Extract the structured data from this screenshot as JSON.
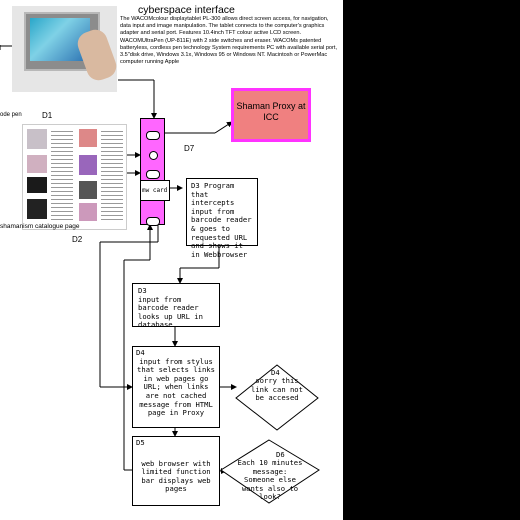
{
  "title": "cyberspace interface",
  "tablet_description": "The WACOMcolour displaytablet PL-300 allows direct screen access, for navigation, data input and image manipulation. The tablet connects to the computer's graphics adapter and serial port. Features 10.4inch TFT colour active LCD screen. WACOMUltraPen (UP-811E) with 2 side switches and eraser. WACOMs patented batteryless, cordless pen technology System requirements PC with available serial port, 3.5\"disk drive, Windows 3.1x, Windows 95 or Windows NT. Macintosh or PowerMac computer running Apple",
  "proxy_box": "Shaman Proxy at ICC",
  "labels": {
    "d1": "D1",
    "d2": "D2",
    "d7": "D7",
    "barcode_pen": "ode pen",
    "catalogue": "shamanism catalogue page",
    "mw_card": "mw card"
  },
  "steps": {
    "d3_program": "D3 Program that intercepts input from barcode reader & goes to requested URL and shows it in Webbrowser",
    "d3_id": "D3",
    "d3_text": "input from barcode reader looks up URL in database",
    "d4_id": "D4",
    "d4_text": "input from stylus that selects links in web pages go URL; when links are not cached message from HTML page in Proxy",
    "d4_decision_id": "D4",
    "d4_decision_text": "sorry this link can not be accesed",
    "d5_id": "D5",
    "d5_text": "web browser with limited function bar displays web pages",
    "d6_decision_id": "D6",
    "d6_decision_text": "Each 10 minutes message: Someone else wants also to look?"
  },
  "colors": {
    "proxy_fill": "#f08080",
    "proxy_border": "#ff33ff",
    "terminal_fill": "#ff66ff",
    "background": "#000000"
  }
}
